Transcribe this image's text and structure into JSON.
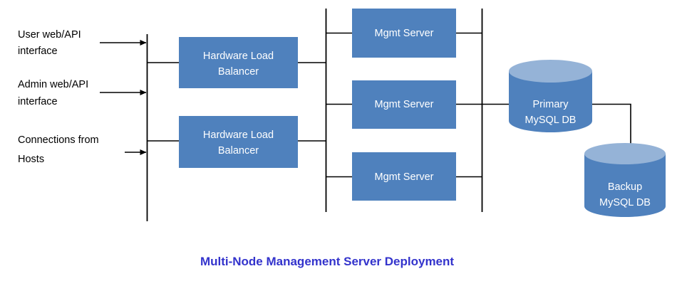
{
  "diagram": {
    "title": "Multi-Node Management Server Deployment",
    "title_color": "#3333cc",
    "node_fill": "#4f81bd",
    "cylinder_top_fill": "#95b3d7",
    "line_color": "#000000",
    "background": "#ffffff"
  },
  "inputs": [
    {
      "line1": "User web/API",
      "line2": "interface"
    },
    {
      "line1": "Admin web/API",
      "line2": "interface"
    },
    {
      "line1": "Connections from",
      "line2": "Hosts"
    }
  ],
  "load_balancers": [
    {
      "line1": "Hardware Load",
      "line2": "Balancer"
    },
    {
      "line1": "Hardware Load",
      "line2": "Balancer"
    }
  ],
  "mgmt_servers": [
    {
      "label": "Mgmt Server"
    },
    {
      "label": "Mgmt Server"
    },
    {
      "label": "Mgmt Server"
    }
  ],
  "databases": [
    {
      "line1": "Primary",
      "line2": "MySQL DB"
    },
    {
      "line1": "Backup",
      "line2": "MySQL DB"
    }
  ]
}
